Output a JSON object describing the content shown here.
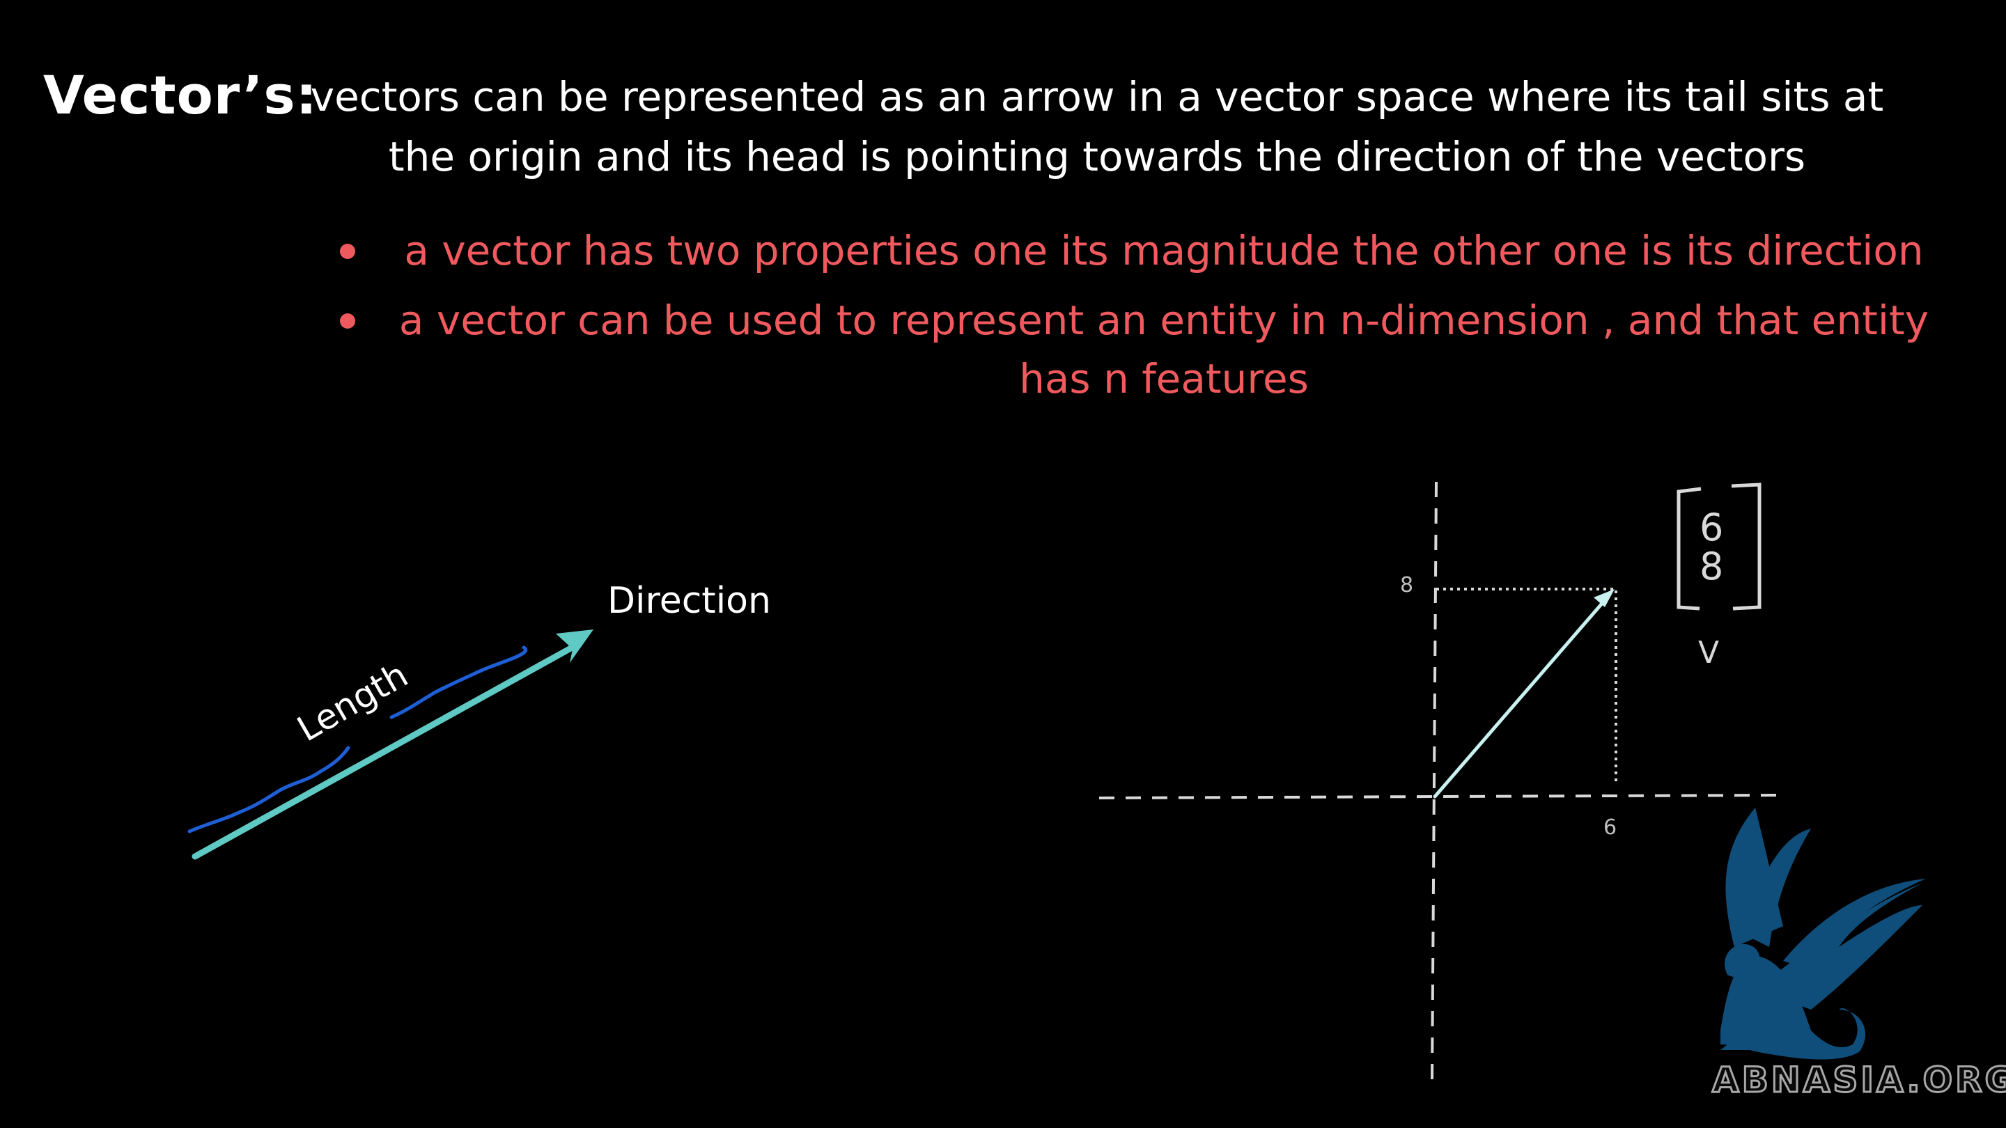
{
  "heading": "Vector’s:",
  "intro_line1": "vectors can be represented as an arrow in a vector space where its tail sits at",
  "intro_line2": "the origin and its head is pointing towards the direction of the vectors",
  "bullets": [
    "a vector has two properties one its magnitude the other one is its direction",
    "a vector can be used to represent an entity in n-dimension , and that entity has n features"
  ],
  "left_diagram": {
    "direction_label": "Direction",
    "length_label": "Length"
  },
  "graph": {
    "x_tick": "6",
    "y_tick": "8",
    "matrix_top": "6",
    "matrix_bottom": "8",
    "vector_name": "V"
  },
  "watermark": "ABNASIA.ORG",
  "colors": {
    "background": "#000000",
    "text": "#ffffff",
    "bullet_text": "#f05a5e",
    "arrow_teal": "#5fc9c4",
    "scribble_blue": "#1e5fd6",
    "logo_blue": "#0f4e7a",
    "axis": "#d9d9d9"
  }
}
